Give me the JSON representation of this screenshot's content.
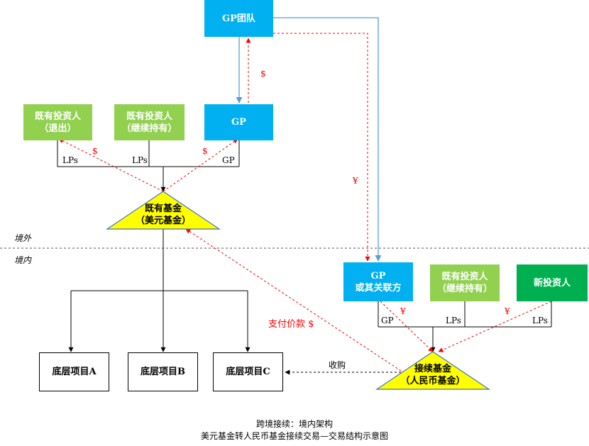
{
  "nodes": {
    "gp_team": "GP团队",
    "gp": "GP",
    "existing_exit_l1": "既有投资人",
    "existing_exit_l2": "（退出）",
    "existing_hold_l1": "既有投资人",
    "existing_hold_l2": "（继续持有）",
    "existing_fund_l1": "既有基金",
    "existing_fund_l2": "（美元基金）",
    "gp_affiliate_l1": "GP",
    "gp_affiliate_l2": "或其关联方",
    "cn_hold_l1": "既有投资人",
    "cn_hold_l2": "（继续持有）",
    "new_investor": "新投资人",
    "continuation_fund_l1": "接续基金",
    "continuation_fund_l2": "（人民币基金）",
    "project_a": "底层项目A",
    "project_b": "底层项目B",
    "project_c": "底层项目C"
  },
  "labels": {
    "lps_1": "LPs",
    "lps_2": "LPs",
    "gp_1": "GP",
    "gp_2": "GP",
    "lps_3": "LPs",
    "lps_4": "LPs",
    "usd_1": "$",
    "usd_2": "$",
    "usd_3": "$",
    "cny_1": "¥",
    "cny_2": "¥",
    "cny_3": "¥",
    "payment": "支付价款 $",
    "acquisition": "收购"
  },
  "zones": {
    "offshore": "境外",
    "onshore": "境内"
  },
  "caption": {
    "line1": "跨境接续：境内架构",
    "line2": "美元基金转人民币基金接续交易—交易结构示意图"
  },
  "colors": {
    "blue_box": "#00b0f0",
    "light_green_box": "#92d050",
    "dark_green_box": "#00b050",
    "triangle_fill": "#ffff00",
    "triangle_border": "#4472c4",
    "money_flow": "#ff0000",
    "gp_flow": "#5b9bd5"
  }
}
